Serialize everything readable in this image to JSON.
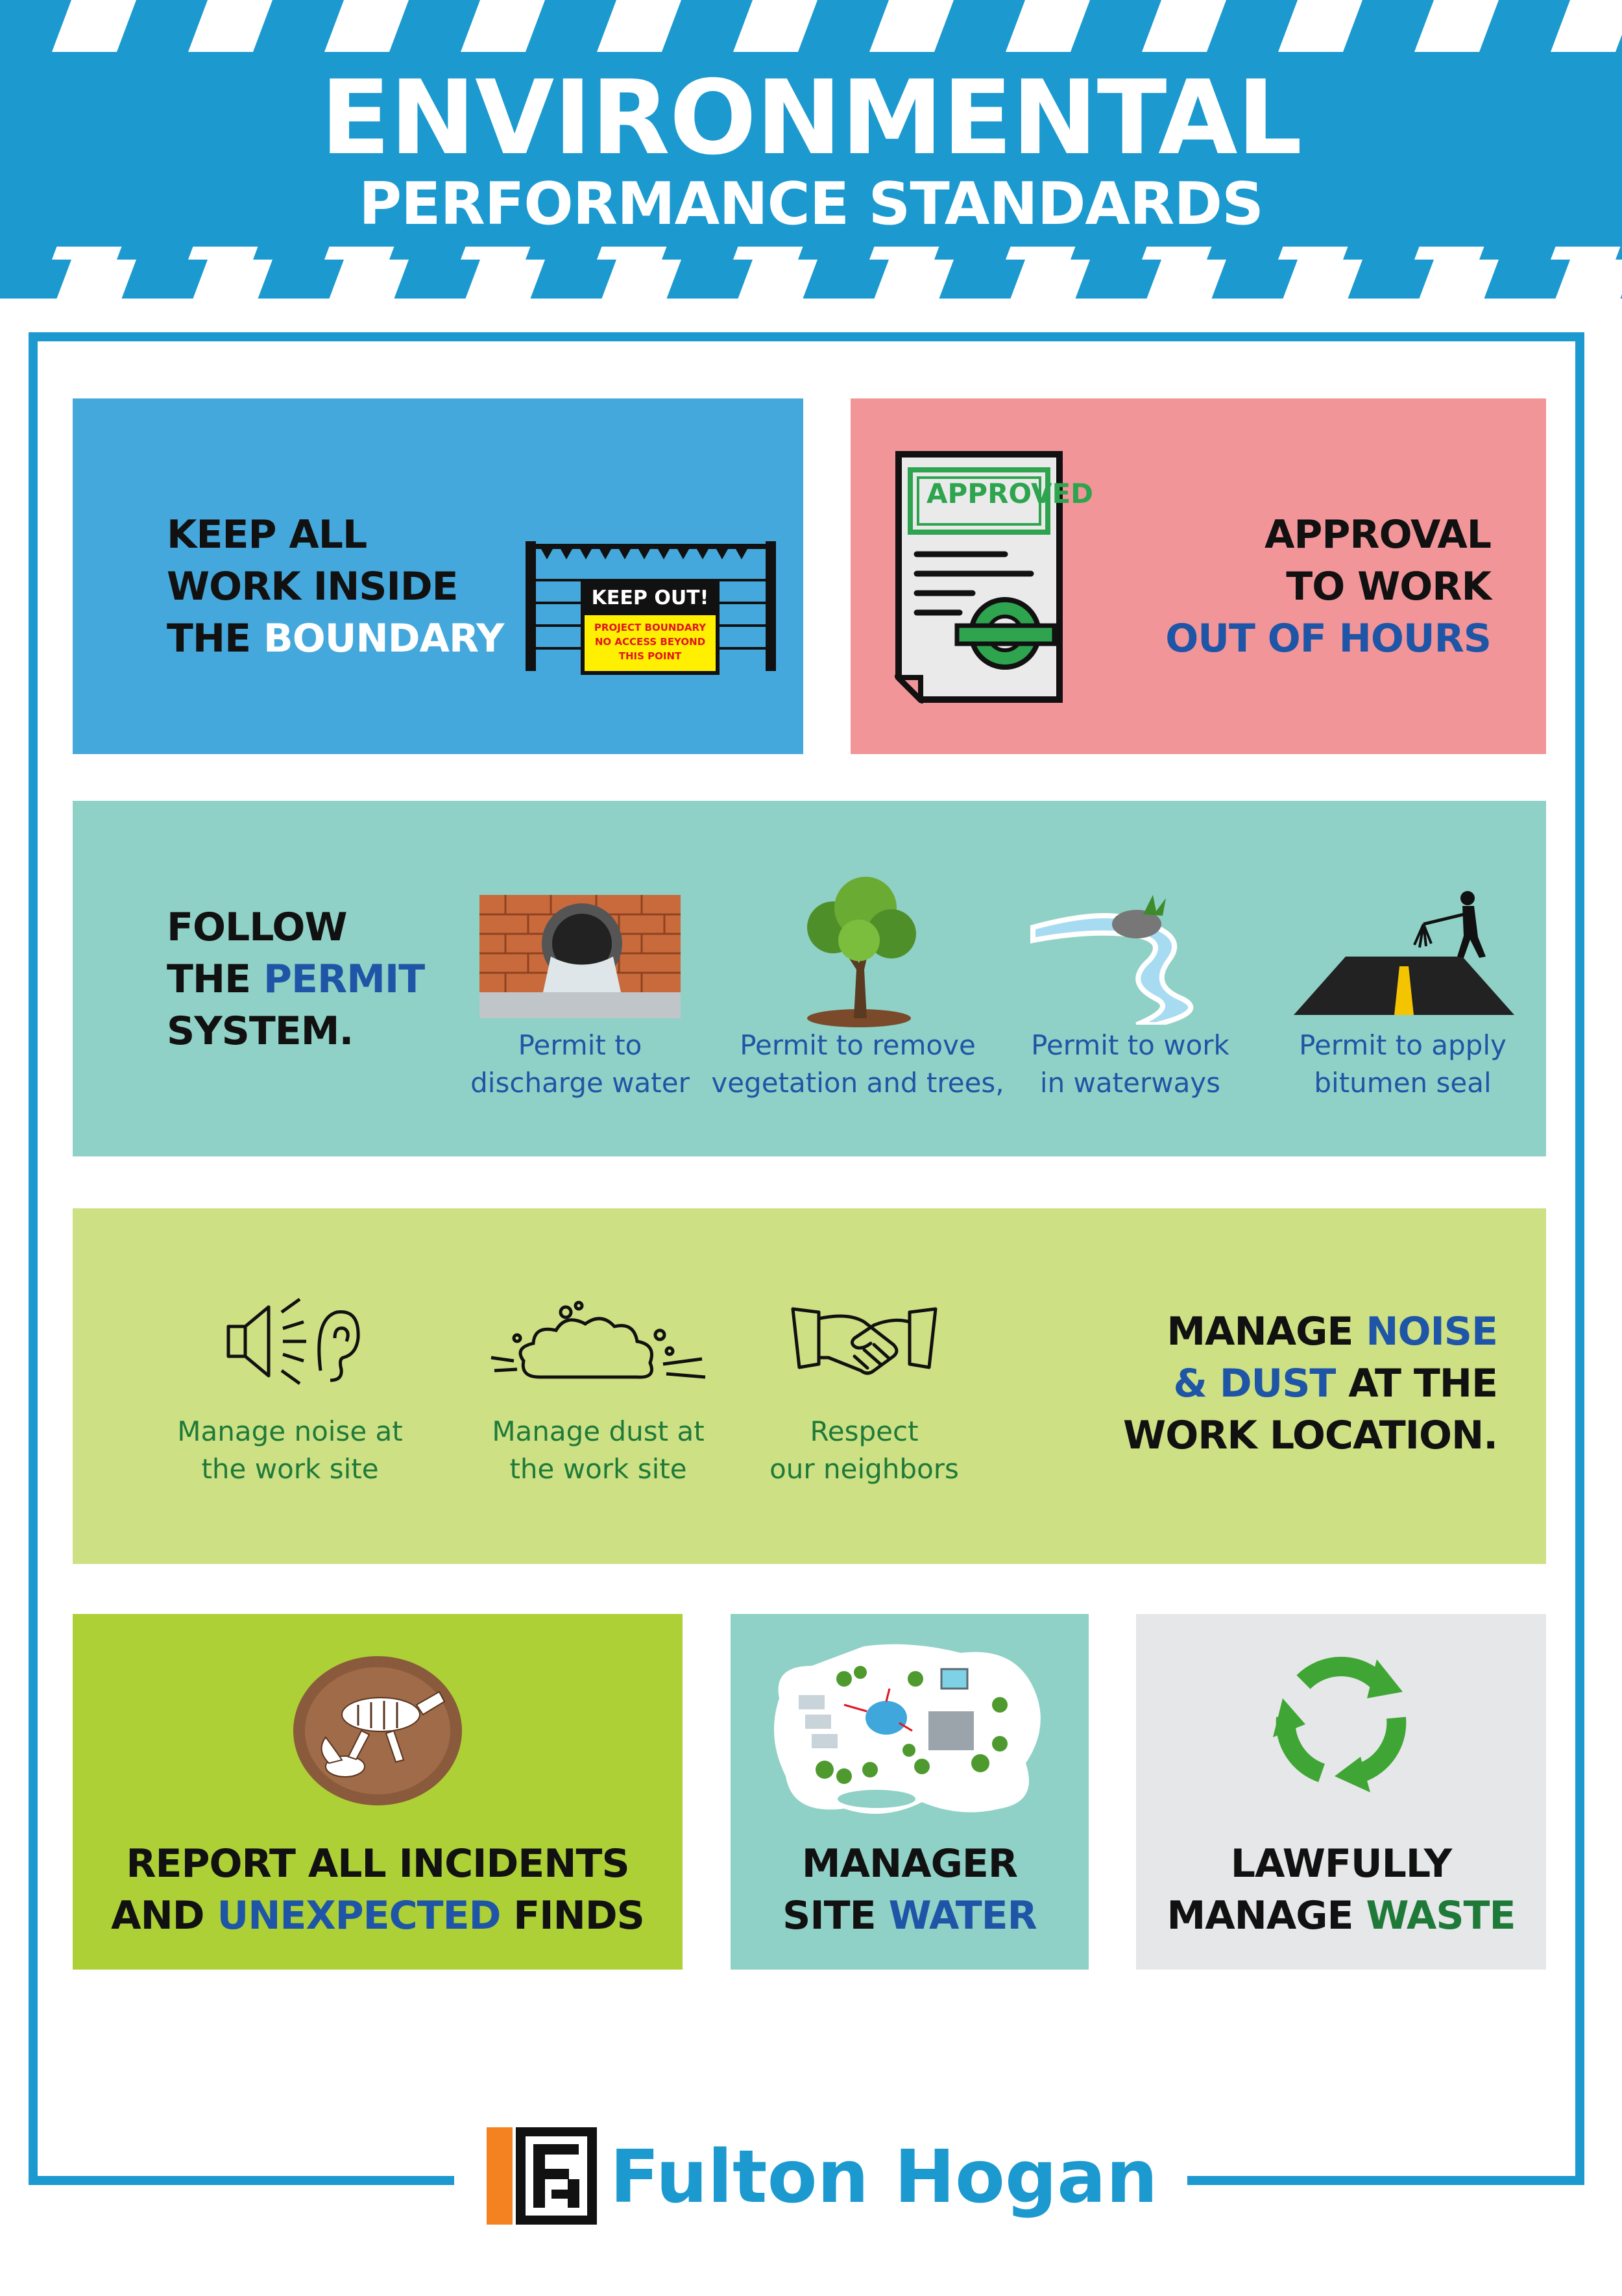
{
  "header": {
    "title": "ENVIRONMENTAL",
    "subtitle": "PERFORMANCE STANDARDS"
  },
  "boundary": {
    "line1": "KEEP ALL",
    "line2": "WORK INSIDE",
    "line3_pre": "THE ",
    "line3_hl": "BOUNDARY",
    "sign_title": "KEEP OUT!",
    "sign_line1": "PROJECT BOUNDARY",
    "sign_line2": "NO ACCESS BEYOND",
    "sign_line3": "THIS POINT"
  },
  "approval": {
    "stamp": "APPROVED",
    "line1": "APPROVAL",
    "line2": "TO WORK",
    "line3": "OUT OF HOURS"
  },
  "permit": {
    "line1": "FOLLOW",
    "line2_pre": "THE ",
    "line2_hl": "PERMIT",
    "line3": "SYSTEM.",
    "items": [
      {
        "l1": "Permit to",
        "l2": "discharge water"
      },
      {
        "l1": "Permit to remove",
        "l2": "vegetation and trees,"
      },
      {
        "l1": "Permit to work",
        "l2": "in waterways"
      },
      {
        "l1": "Permit to apply",
        "l2": "bitumen seal"
      }
    ]
  },
  "noise": {
    "line1_pre": "MANAGE ",
    "line1_hl": "NOISE",
    "line2_hl": "& DUST",
    "line2_post": " AT THE",
    "line3": "WORK LOCATION.",
    "items": [
      {
        "l1": "Manage noise at",
        "l2": "the work site"
      },
      {
        "l1": "Manage dust at",
        "l2": "the work site"
      },
      {
        "l1": "Respect",
        "l2": "our neighbors"
      }
    ]
  },
  "incidents": {
    "line1": "REPORT ALL INCIDENTS",
    "line2_pre": "AND ",
    "line2_hl": "UNEXPECTED",
    "line2_post": " FINDS"
  },
  "water": {
    "line1": "MANAGER",
    "line2_pre": "SITE ",
    "line2_hl": "WATER"
  },
  "waste": {
    "line1": "LAWFULLY",
    "line2_pre": "MANAGE ",
    "line2_hl": "WASTE"
  },
  "logo": {
    "text": "Fulton Hogan"
  },
  "colors": {
    "brand_blue": "#1c9ad0",
    "panel_blue": "#45a8dc",
    "panel_pink": "#f29598",
    "panel_teal": "#8fd1c6",
    "panel_lime": "#cde083",
    "panel_green": "#acd036",
    "panel_grey": "#e6e7e8",
    "accent_blue": "#1f55a6",
    "accent_green": "#1f7a3a",
    "logo_orange": "#f58220"
  }
}
